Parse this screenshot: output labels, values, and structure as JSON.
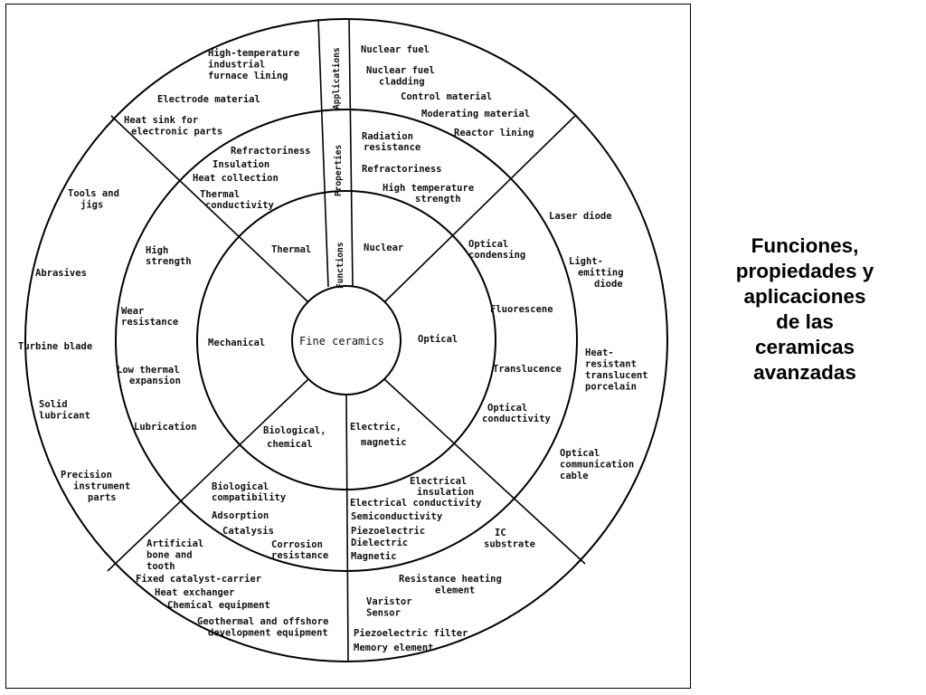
{
  "title_lines": [
    "Funciones,",
    "propiedades y",
    "aplicaciones",
    "de las",
    "ceramicas",
    "avanzadas"
  ],
  "hub": "Fine ceramics",
  "bands": {
    "functions": "Functions",
    "properties": "Properties",
    "applications": "Applications"
  },
  "functions": {
    "thermal": "Thermal",
    "nuclear": "Nuclear",
    "optical": "Optical",
    "electric": [
      "Electric,",
      "magnetic"
    ],
    "biological": [
      "Biological,",
      "chemical"
    ],
    "mechanical": "Mechanical"
  },
  "properties": {
    "thermal": [
      {
        "lines": [
          "Refractoriness"
        ]
      },
      {
        "lines": [
          "Insulation"
        ]
      },
      {
        "lines": [
          "Heat collection"
        ]
      },
      {
        "lines": [
          "Thermal",
          "conductivity"
        ]
      }
    ],
    "nuclear": [
      {
        "lines": [
          "Radiation",
          "resistance"
        ]
      },
      {
        "lines": [
          "Refractoriness"
        ]
      },
      {
        "lines": [
          "High temperature",
          "strength"
        ]
      }
    ],
    "optical": [
      {
        "lines": [
          "Optical",
          "condensing"
        ]
      },
      {
        "lines": [
          "Fluorescene"
        ]
      },
      {
        "lines": [
          "Translucence"
        ]
      },
      {
        "lines": [
          "Optical",
          "conductivity"
        ]
      }
    ],
    "electric": [
      {
        "lines": [
          "Electrical",
          "insulation"
        ]
      },
      {
        "lines": [
          "Electrical conductivity"
        ]
      },
      {
        "lines": [
          "Semiconductivity"
        ]
      },
      {
        "lines": [
          "Piezoelectric"
        ]
      },
      {
        "lines": [
          "Dielectric"
        ]
      },
      {
        "lines": [
          "Magnetic"
        ]
      }
    ],
    "biological": [
      {
        "lines": [
          "Biological",
          "compatibility"
        ]
      },
      {
        "lines": [
          "Adsorption"
        ]
      },
      {
        "lines": [
          "Catalysis"
        ]
      },
      {
        "lines": [
          "Corrosion",
          "resistance"
        ]
      }
    ],
    "mechanical": [
      {
        "lines": [
          "High",
          "strength"
        ]
      },
      {
        "lines": [
          "Wear",
          "resistance"
        ]
      },
      {
        "lines": [
          "Low thermal",
          "expansion"
        ]
      },
      {
        "lines": [
          "Lubrication"
        ]
      }
    ]
  },
  "applications": {
    "thermal": [
      {
        "lines": [
          "High-temperature",
          "industrial",
          "furnace lining"
        ]
      },
      {
        "lines": [
          "Electrode material"
        ]
      },
      {
        "lines": [
          "Heat sink for",
          "electronic parts"
        ]
      }
    ],
    "nuclear": [
      {
        "lines": [
          "Nuclear fuel"
        ]
      },
      {
        "lines": [
          "Nuclear fuel",
          "cladding"
        ]
      },
      {
        "lines": [
          "Control material"
        ]
      },
      {
        "lines": [
          "Moderating material"
        ]
      },
      {
        "lines": [
          "Reactor lining"
        ]
      }
    ],
    "optical": [
      {
        "lines": [
          "Laser diode"
        ]
      },
      {
        "lines": [
          "Light-",
          "emitting",
          "diode"
        ]
      },
      {
        "lines": [
          "Heat-",
          "resistant",
          "translucent",
          "porcelain"
        ]
      },
      {
        "lines": [
          "Optical",
          "communication",
          "cable"
        ]
      }
    ],
    "electric": [
      {
        "lines": [
          "IC",
          "substrate"
        ]
      },
      {
        "lines": [
          "Resistance heating",
          "element"
        ]
      },
      {
        "lines": [
          "Varistor",
          "Sensor"
        ]
      },
      {
        "lines": [
          "Piezoelectric filter"
        ]
      },
      {
        "lines": [
          "Memory element"
        ]
      }
    ],
    "biological": [
      {
        "lines": [
          "Artificial",
          "bone and",
          "tooth"
        ]
      },
      {
        "lines": [
          "Fixed catalyst-carrier"
        ]
      },
      {
        "lines": [
          "Heat exchanger"
        ]
      },
      {
        "lines": [
          "Chemical equipment"
        ]
      },
      {
        "lines": [
          "Geothermal and offshore",
          "development equipment"
        ]
      }
    ],
    "mechanical": [
      {
        "lines": [
          "Tools and",
          "jigs"
        ]
      },
      {
        "lines": [
          "Abrasives"
        ]
      },
      {
        "lines": [
          "Turbine blade"
        ]
      },
      {
        "lines": [
          "Solid",
          "lubricant"
        ]
      },
      {
        "lines": [
          "Precision",
          "instrument",
          "parts"
        ]
      }
    ]
  }
}
